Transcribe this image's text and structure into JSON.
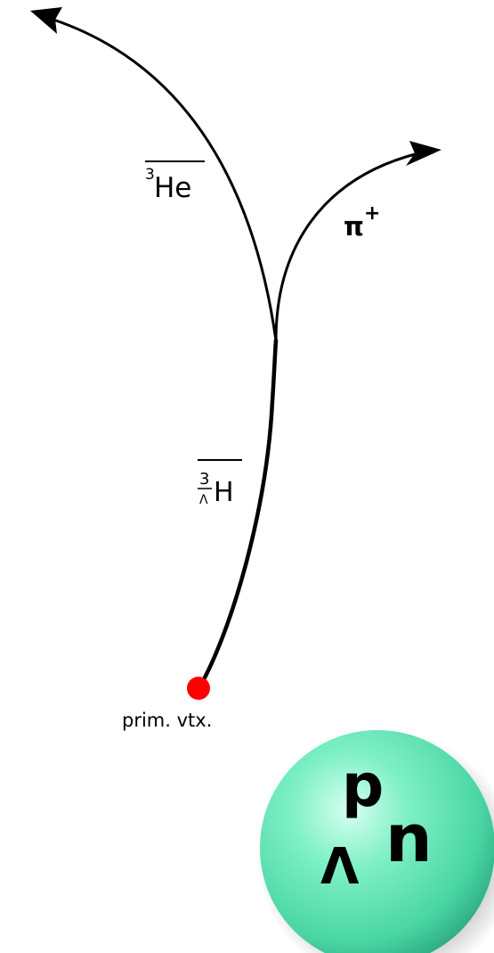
{
  "particles": {
    "helium3_bar": {
      "superscript": "3",
      "symbol": "He"
    },
    "pion": {
      "symbol": "π",
      "charge": "+"
    },
    "hypertriton_bar": {
      "superscript": "3",
      "subscript": "Λ",
      "symbol": "H"
    }
  },
  "primary_vertex": {
    "label": "prim. vtx.",
    "color": "#ff0000"
  },
  "nucleus": {
    "constituents": [
      "p",
      "n",
      "Λ"
    ],
    "color": "#5fe8b4"
  }
}
